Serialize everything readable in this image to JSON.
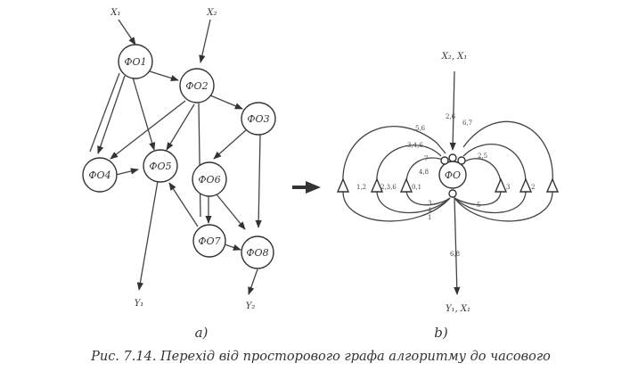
{
  "panel_a": {
    "label": "a)",
    "inputs": [
      "X₁",
      "X₂"
    ],
    "outputs": [
      "Y₁",
      "Y₂"
    ],
    "nodes": [
      "ФО1",
      "ФО2",
      "ФО3",
      "ФО4",
      "ФО5",
      "ФО6",
      "ФО7",
      "ФО8"
    ]
  },
  "panel_b": {
    "label": "b)",
    "input": "X₂, X₁",
    "output": "Y₁, X₁",
    "node": "ФО",
    "loop_labels": [
      "1,2",
      "5,6",
      "3,4,6",
      "7",
      "4,8",
      "2,6",
      "6,7",
      "2,5",
      "2,3,6",
      "0,1",
      "3",
      "2",
      "3",
      "4",
      "1",
      "5",
      "6,8"
    ]
  },
  "caption": "Рис. 7.14. Перехід від просторового графа алгоритму до часового",
  "colors": {
    "ink": "#333333",
    "background": "#ffffff"
  }
}
